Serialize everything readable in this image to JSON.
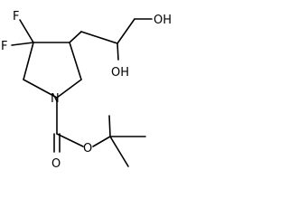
{
  "colors": {
    "background": "#ffffff",
    "bond": "#000000",
    "label": "#000000"
  },
  "atoms": {
    "fluorine_upper": "F",
    "fluorine_lower": "F",
    "ring_nitrogen": "N",
    "hydroxyl_primary": "OH",
    "hydroxyl_secondary": "OH",
    "carbonyl_oxygen": "O",
    "ester_oxygen": "O"
  }
}
